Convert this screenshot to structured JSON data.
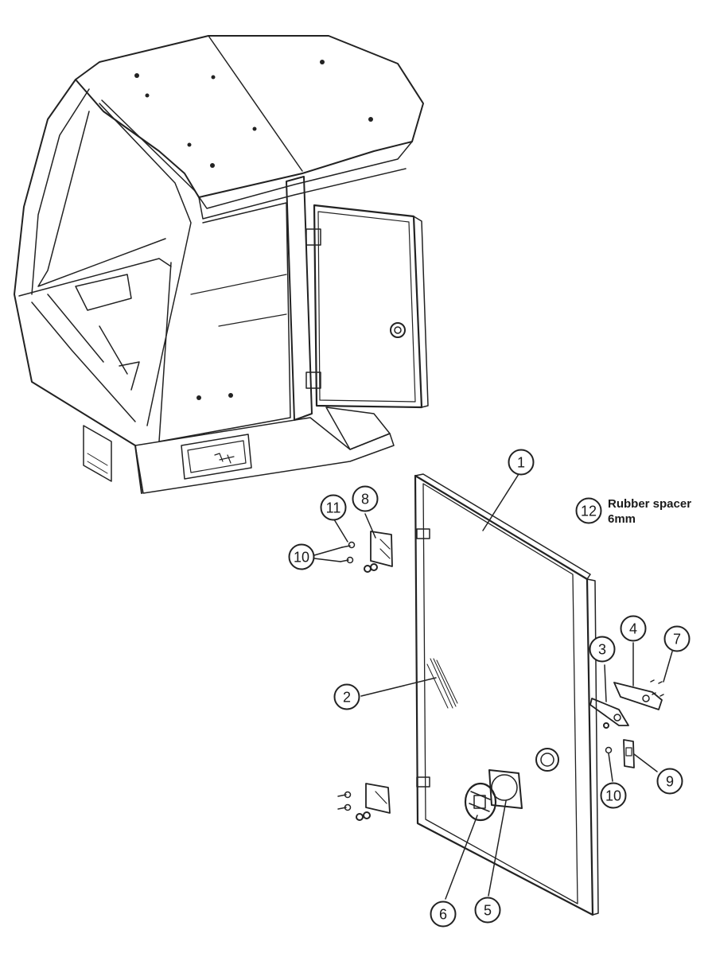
{
  "callouts": [
    {
      "id": "callout-1",
      "number": "1"
    },
    {
      "id": "callout-2",
      "number": "2"
    },
    {
      "id": "callout-3",
      "number": "3"
    },
    {
      "id": "callout-4",
      "number": "4"
    },
    {
      "id": "callout-5",
      "number": "5"
    },
    {
      "id": "callout-6",
      "number": "6"
    },
    {
      "id": "callout-7",
      "number": "7"
    },
    {
      "id": "callout-8",
      "number": "8"
    },
    {
      "id": "callout-9",
      "number": "9"
    },
    {
      "id": "callout-10-upper",
      "number": "10"
    },
    {
      "id": "callout-10-lower",
      "number": "10"
    },
    {
      "id": "callout-11",
      "number": "11"
    },
    {
      "id": "callout-12",
      "number": "12"
    }
  ],
  "note": {
    "line1": "Rubber spacer",
    "line2": "6mm"
  }
}
